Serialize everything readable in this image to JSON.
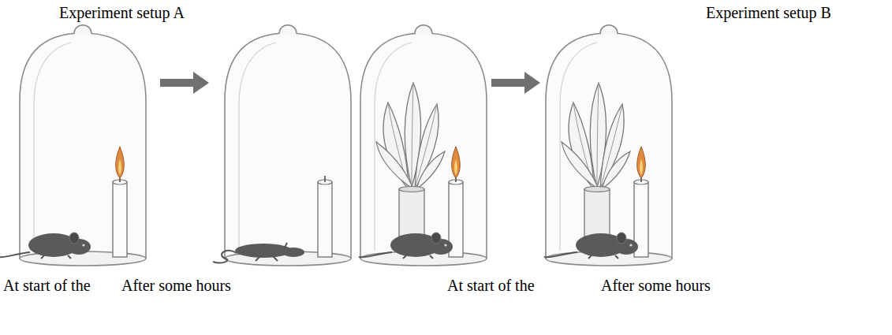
{
  "diagram": {
    "labels": [
      "Experiment setup A",
      "Experiment setup B",
      "At start of the",
      "After some hours",
      "At start of the",
      "After some hours"
    ]
  }
}
